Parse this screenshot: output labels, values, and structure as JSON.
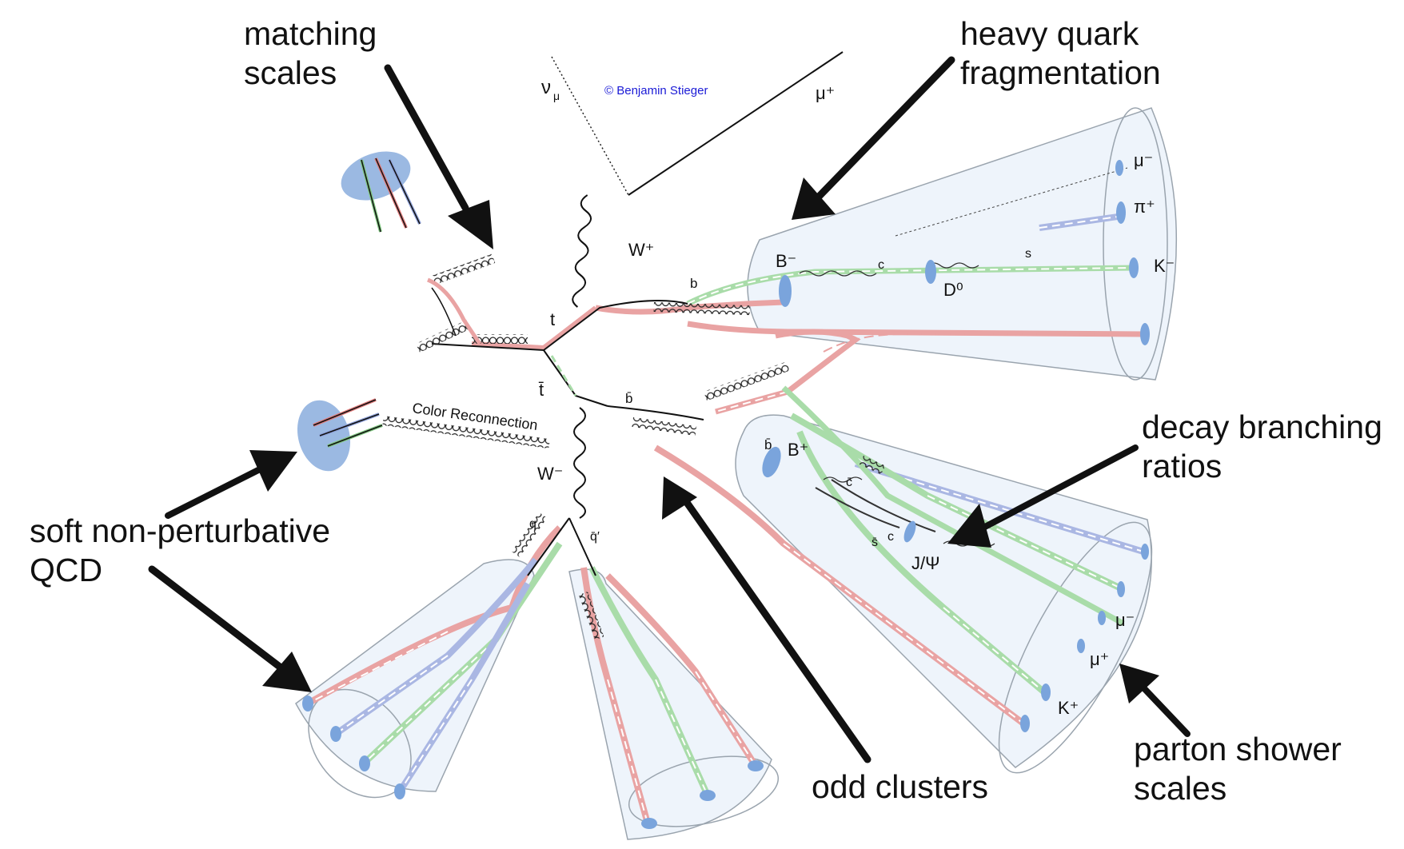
{
  "credit": "© Benjamin Stieger",
  "callouts": {
    "matching_scales": [
      "matching",
      "scales"
    ],
    "heavy_quark_fragmentation": [
      "heavy quark",
      "fragmentation"
    ],
    "decay_branching_ratios": [
      "decay branching",
      "ratios"
    ],
    "soft_qcd": [
      "soft non-perturbative",
      "QCD"
    ],
    "odd_clusters": [
      "odd clusters"
    ],
    "parton_shower_scales": [
      "parton shower",
      "scales"
    ]
  },
  "particles": {
    "nu_mu": "ν",
    "nu_mu_sub": "μ",
    "mu_plus_top": "μ⁺",
    "w_plus": "W⁺",
    "w_minus": "W⁻",
    "t": "t",
    "tbar": "t̄",
    "b": "b",
    "bbar": "b̄",
    "b_minus": "B⁻",
    "c": "c",
    "s": "s",
    "d0": "D⁰",
    "mu_minus_top": "μ⁻",
    "pi_plus": "π⁺",
    "k_minus": "K⁻",
    "color_reconnection": "Color Reconnection",
    "bbar_meson_label": "b̄",
    "b_plus": "B⁺",
    "cbar": "c̄",
    "sbar": "s̄",
    "c_low": "c",
    "jpsi": "J/Ψ",
    "mu_minus_low": "μ⁻",
    "mu_plus_low": "μ⁺",
    "k_plus": "K⁺",
    "q": "q",
    "qbar_prime": "q̄′"
  }
}
